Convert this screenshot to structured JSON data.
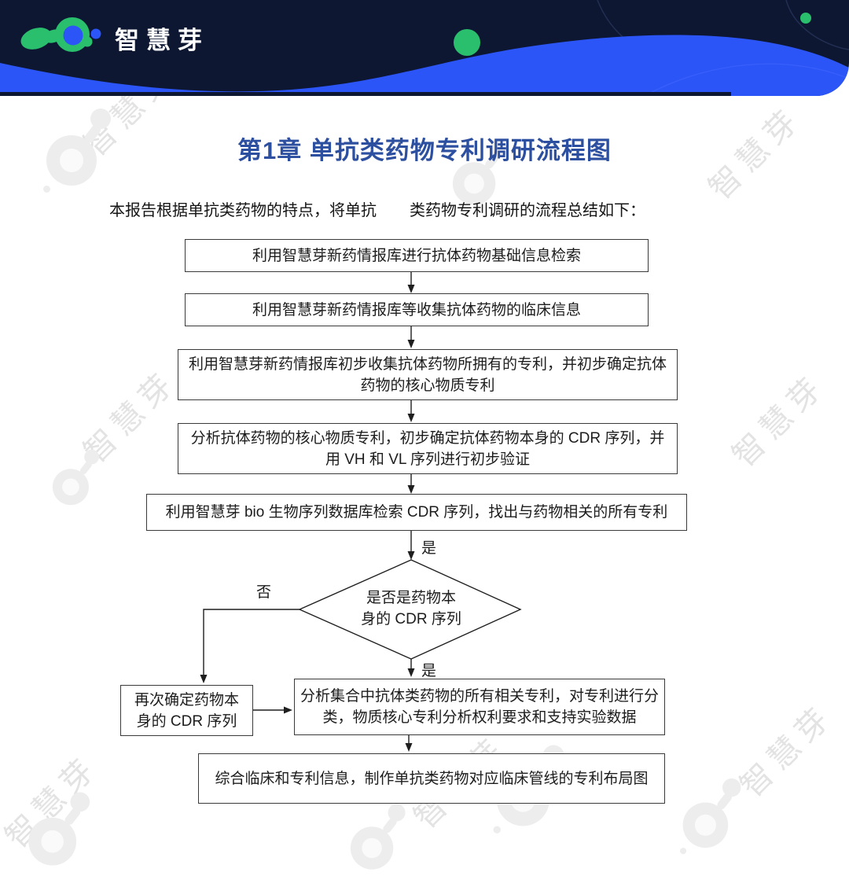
{
  "brand": {
    "logo_text": "智慧芽",
    "watermark_text": "智慧芽"
  },
  "colors": {
    "header_navy": "#0d1732",
    "header_blue": "#2b55f7",
    "brand_green": "#2abf6d",
    "title_blue": "#2d4f9f",
    "text_dark": "#1a1a1a",
    "watermark_gray": "#e3e3e3"
  },
  "heading": {
    "chapter_title": "第1章 单抗类药物专利调研流程图"
  },
  "intro": {
    "part1": "本报告根据单抗类药物的特点，将单抗",
    "part2": "类药物专利调研的流程总结如下："
  },
  "flowchart": {
    "step1": {
      "text": "利用智慧芽新药情报库进行抗体药物基础信息检索"
    },
    "step2": {
      "text": "利用智慧芽新药情报库等收集抗体药物的临床信息"
    },
    "step3": {
      "line1": "利用智慧芽新药情报库初步收集抗体药物所拥有的专利，并初步确定抗体",
      "line2": "药物的核心物质专利"
    },
    "step4": {
      "line1": "分析抗体药物的核心物质专利，初步确定抗体药物本身的 CDR 序列，并",
      "line2": "用 VH 和 VL 序列进行初步验证"
    },
    "step5": {
      "text": "利用智慧芽 bio 生物序列数据库检索 CDR 序列，找出与药物相关的所有专利"
    },
    "decision": {
      "line1": "是否是药物本",
      "line2": "身的 CDR 序列",
      "label_yes_top": "是",
      "label_yes_bottom": "是",
      "label_no": "否"
    },
    "side_step": {
      "line1": "再次确定药物本",
      "line2": "身的 CDR 序列"
    },
    "step6": {
      "line1": "分析集合中抗体类药物的所有相关专利，对专利进行分",
      "line2": "类，物质核心专利分析权利要求和支持实验数据"
    },
    "step7": {
      "text": "综合临床和专利信息，制作单抗类药物对应临床管线的专利布局图"
    }
  }
}
